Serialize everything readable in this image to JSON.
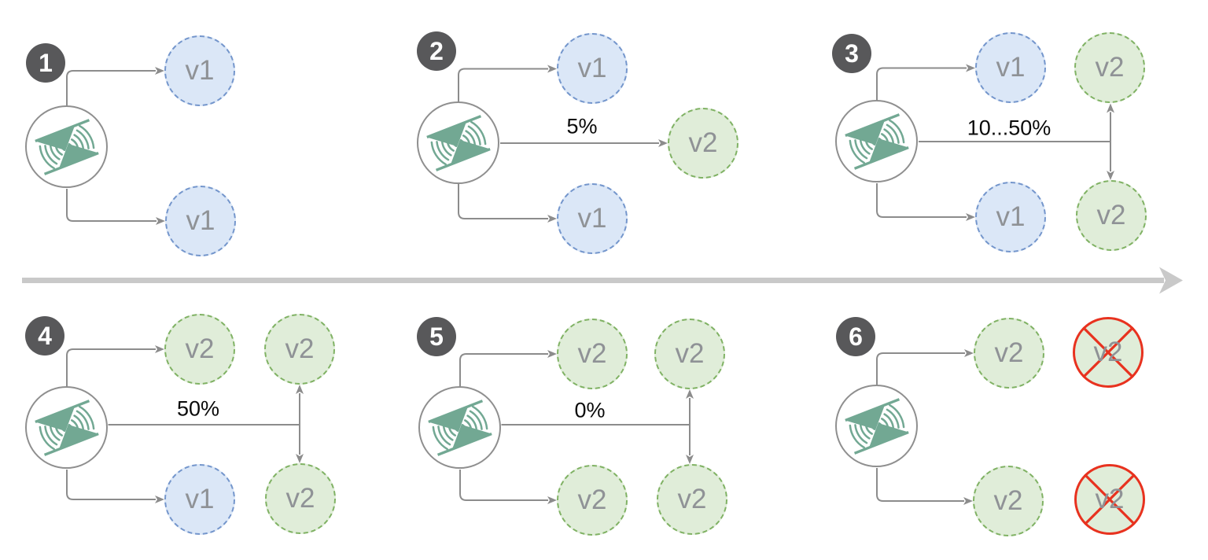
{
  "diagram": {
    "type": "canary-progressive-traffic-shifting",
    "colors": {
      "badge_bg": "#58585a",
      "badge_text": "#ffffff",
      "v1_fill": "#dbe7f7",
      "v1_border": "#7496cc",
      "v2_fill": "#e0edd9",
      "v2_border": "#80b264",
      "node_text": "#8f9296",
      "arrow": "#8c8c8c",
      "source_border": "#8f8f8f",
      "logo_green": "#72a893",
      "label_text": "#0a0a0a",
      "divider_arrow": "#c9c9c9",
      "terminated_cross": "#e8321f"
    },
    "icons": {
      "source": "flagger-logo-icon",
      "divider": "right-arrow-icon",
      "terminated": "red-cross-icon"
    },
    "panels": [
      {
        "badge": "1",
        "traffic_label": null,
        "nodes": [
          {
            "id": "primary-top",
            "label": "v1",
            "variant": "v1"
          },
          {
            "id": "primary-bottom",
            "label": "v1",
            "variant": "v1"
          }
        ]
      },
      {
        "badge": "2",
        "traffic_label": "5%",
        "nodes": [
          {
            "id": "primary-top",
            "label": "v1",
            "variant": "v1"
          },
          {
            "id": "canary",
            "label": "v2",
            "variant": "v2"
          },
          {
            "id": "primary-bottom",
            "label": "v1",
            "variant": "v1"
          }
        ]
      },
      {
        "badge": "3",
        "traffic_label": "10...50%",
        "nodes": [
          {
            "id": "primary-top",
            "label": "v1",
            "variant": "v1"
          },
          {
            "id": "canary-top",
            "label": "v2",
            "variant": "v2"
          },
          {
            "id": "primary-bottom",
            "label": "v1",
            "variant": "v1"
          },
          {
            "id": "canary-bottom",
            "label": "v2",
            "variant": "v2"
          }
        ]
      },
      {
        "badge": "4",
        "traffic_label": "50%",
        "nodes": [
          {
            "id": "primary-top",
            "label": "v2",
            "variant": "v2"
          },
          {
            "id": "canary-top",
            "label": "v2",
            "variant": "v2"
          },
          {
            "id": "primary-bottom",
            "label": "v1",
            "variant": "v1"
          },
          {
            "id": "canary-bottom",
            "label": "v2",
            "variant": "v2"
          }
        ]
      },
      {
        "badge": "5",
        "traffic_label": "0%",
        "nodes": [
          {
            "id": "primary-top",
            "label": "v2",
            "variant": "v2"
          },
          {
            "id": "canary-top",
            "label": "v2",
            "variant": "v2"
          },
          {
            "id": "primary-bottom",
            "label": "v2",
            "variant": "v2"
          },
          {
            "id": "canary-bottom",
            "label": "v2",
            "variant": "v2"
          }
        ]
      },
      {
        "badge": "6",
        "traffic_label": null,
        "nodes": [
          {
            "id": "primary-top",
            "label": "v2",
            "variant": "v2"
          },
          {
            "id": "terminated-top",
            "label": "v2",
            "variant": "v2-crossed"
          },
          {
            "id": "primary-bottom",
            "label": "v2",
            "variant": "v2"
          },
          {
            "id": "terminated-bottom",
            "label": "v2",
            "variant": "v2-crossed"
          }
        ]
      }
    ]
  }
}
